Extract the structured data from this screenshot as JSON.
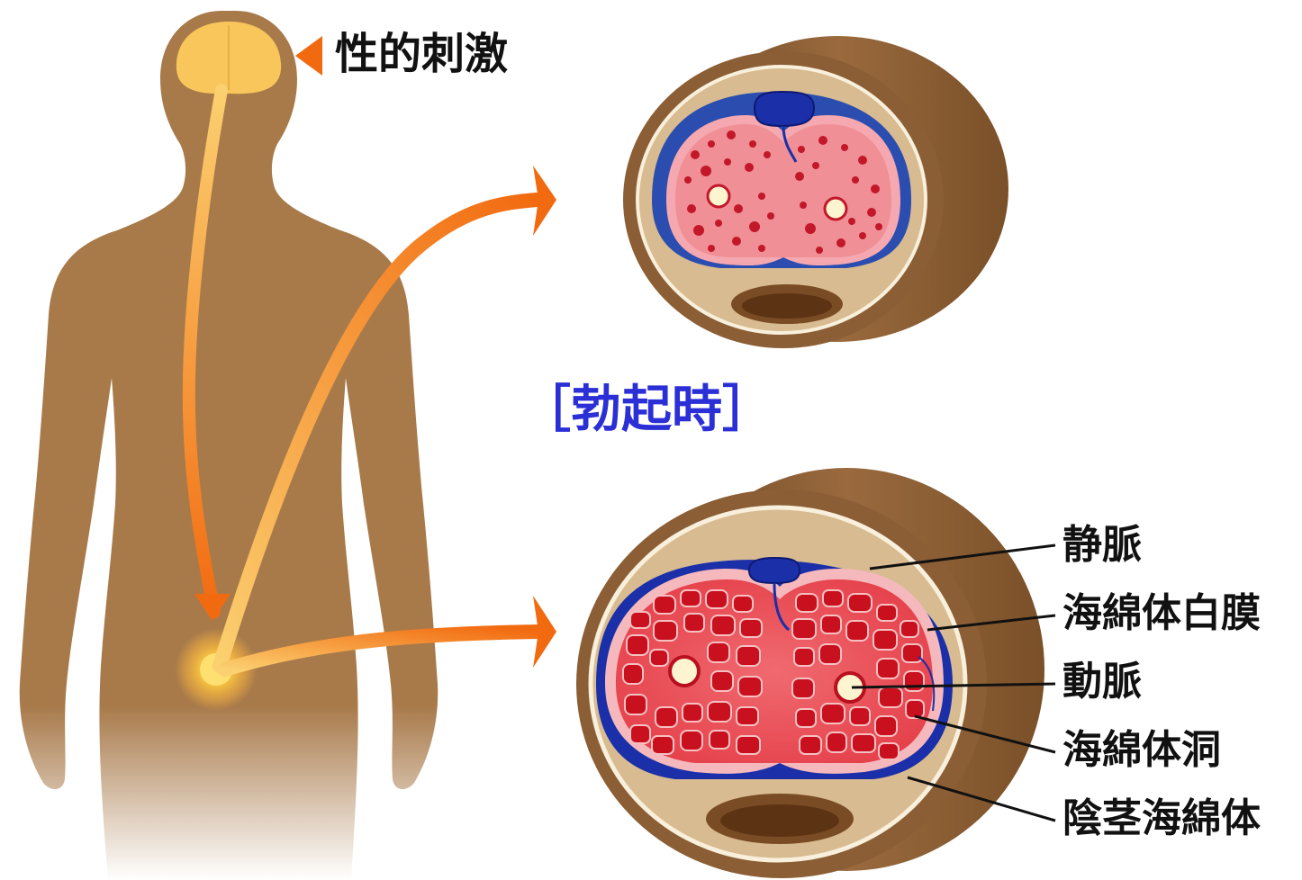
{
  "labels": {
    "sexual_stimulus": "性的刺激",
    "erection": "［勃起時］",
    "vein": "静脈",
    "tunica_albuginea": "海綿体白膜",
    "artery": "動脈",
    "cavernous_sinus": "海綿体洞",
    "corpus_cavernosum": "陰茎海綿体"
  },
  "colors": {
    "body": "#a87a4a",
    "brain": "#f8c65a",
    "nerve_gradient_top": "#fbd070",
    "nerve_gradient_bottom": "#f26a10",
    "arrow": "#f26a10",
    "outer_skin": "#8b5e35",
    "tissue_light": "#f08f96",
    "tissue_erect": "#e63a40",
    "vein_blue": "#1a2fa8",
    "title_blue": "#2b2fd6"
  },
  "sections": [
    {
      "state": "flaccid",
      "description": "non-erect cross-section"
    },
    {
      "state": "erect",
      "description": "erect cross-section"
    }
  ]
}
